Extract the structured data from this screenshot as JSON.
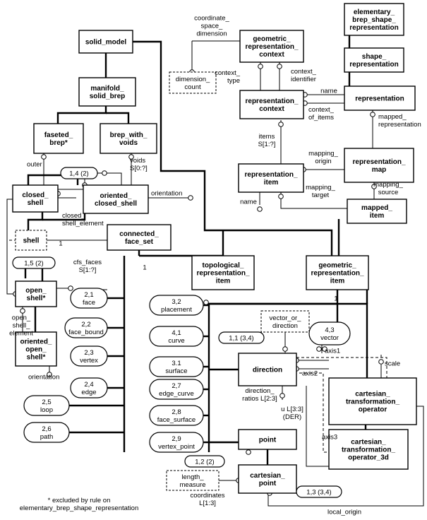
{
  "entities": {
    "elementary_brep_shape_representation": [
      "elementary_",
      "brep_shape_",
      "representation"
    ],
    "solid_model": [
      "solid_model"
    ],
    "geometric_representation_context": [
      "geometric_",
      "representation_",
      "context"
    ],
    "shape_representation": [
      "shape_",
      "representation"
    ],
    "manifold_solid_brep": [
      "manifold_",
      "solid_brep"
    ],
    "representation_context": [
      "representation_",
      "context"
    ],
    "representation": [
      "representation"
    ],
    "faceted_brep": [
      "faseted_",
      "brep*"
    ],
    "brep_with_voids": [
      "brep_with_",
      "voids"
    ],
    "representation_item": [
      "representation_",
      "item"
    ],
    "representation_map": [
      "representation_",
      "map"
    ],
    "closed_shell": [
      "closed_",
      "shell"
    ],
    "oriented_closed_shell": [
      "oriented_",
      "closed_shell"
    ],
    "mapped_item": [
      "mapped_",
      "item"
    ],
    "connected_face_set": [
      "connected_",
      "face_set"
    ],
    "topological_representation_item": [
      "topological_",
      "representation_",
      "item"
    ],
    "geometric_representation_item": [
      "geometric_",
      "representation_",
      "item"
    ],
    "open_shell": [
      "open_",
      "shell*"
    ],
    "oriented_open_shell": [
      "oriented_",
      "open_",
      "shell*"
    ],
    "direction": [
      "direction"
    ],
    "cartesian_transformation_operator": [
      "cartesian_",
      "transformation_",
      "operator"
    ],
    "cartesian_transformation_operator_3d": [
      "cartesian_",
      "transformation_",
      "operator_3d"
    ],
    "point": [
      "point"
    ],
    "cartesian_point": [
      "cartesian_",
      "point"
    ]
  },
  "types": {
    "dimension_count": [
      "dimension_",
      "count"
    ],
    "shell": [
      "shell"
    ],
    "vector_or_direction": [
      "vector_or_",
      "direction"
    ],
    "length_measure": [
      "length_",
      "measure"
    ]
  },
  "references": {
    "ref_1_4_2": [
      "1,4 (2)"
    ],
    "ref_1_5_2": [
      "1,5 (2)"
    ],
    "ref_2_1": [
      "2,1",
      "face"
    ],
    "ref_2_2": [
      "2,2",
      "face_bound"
    ],
    "ref_2_3": [
      "2,3",
      "vertex"
    ],
    "ref_2_4": [
      "2,4",
      "edge"
    ],
    "ref_2_5": [
      "2,5",
      "loop"
    ],
    "ref_2_6": [
      "2,6",
      "path"
    ],
    "ref_3_2": [
      "3,2",
      "placement"
    ],
    "ref_4_1": [
      "4,1",
      "curve"
    ],
    "ref_3_1": [
      "3.1",
      "surface"
    ],
    "ref_2_7": [
      "2,7",
      "edge_curve"
    ],
    "ref_2_8": [
      "2,8",
      "face_surface"
    ],
    "ref_2_9": [
      "2,9",
      "vertex_point"
    ],
    "ref_4_3": [
      "4,3",
      "vector"
    ],
    "ref_1_1_3_4": [
      "1,1 (3,4)"
    ],
    "ref_1_2_2": [
      "1,2 (2)"
    ],
    "ref_1_3_3_4": [
      "1,3 (3,4)"
    ]
  },
  "labels": {
    "coordinate_space_dimension": [
      "coordinate_",
      "space_",
      "dimension"
    ],
    "context_type": [
      "context_",
      "type"
    ],
    "context_identifier": [
      "context_",
      "identifier"
    ],
    "name_rep": [
      "name"
    ],
    "context_of_items": [
      "context_",
      "of_items"
    ],
    "mapped_representation": [
      "mapped_",
      "representation"
    ],
    "items": [
      "items",
      "S[1:?]"
    ],
    "mapping_origin": [
      "mapping_",
      "origin"
    ],
    "voids": [
      "voids",
      "S[0:?]"
    ],
    "outer": [
      "outer"
    ],
    "orientation_1": [
      "orientation"
    ],
    "mapping_target": [
      "mapping_",
      "target"
    ],
    "mapping_source": [
      "mapping_",
      "source"
    ],
    "name_item": [
      "name"
    ],
    "closed_shell_element": [
      "closed_",
      "shell_element"
    ],
    "one_a": [
      "1"
    ],
    "cfs_faces": [
      "cfs_faces",
      "S[1:?]"
    ],
    "one_b": [
      "1"
    ],
    "one_c": [
      "1"
    ],
    "open_shell_element": [
      "open_",
      "shell_",
      "element"
    ],
    "orientation_2": [
      "orientation"
    ],
    "axis1": [
      "axis1"
    ],
    "scale": [
      "scale"
    ],
    "axis2": [
      "axis2"
    ],
    "direction_ratios": [
      "direction_",
      "ratios L[2:3]"
    ],
    "u": [
      "u L[3:3]",
      "(DER)"
    ],
    "axis3": [
      "axis3"
    ],
    "coordinates": [
      "coordinates",
      "L[1:3]"
    ],
    "local_origin": [
      "local_origin"
    ],
    "footnote": [
      "* excluded by rule on",
      "elementary_brep_shape_representation"
    ]
  }
}
